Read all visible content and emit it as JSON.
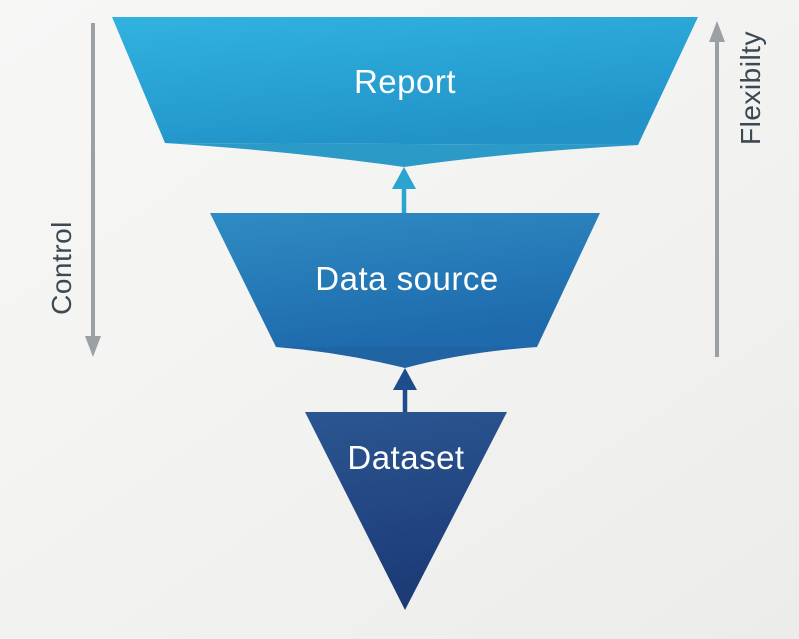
{
  "diagram": {
    "label_color": "#ffffff",
    "levels": [
      {
        "id": "report",
        "label": "Report",
        "gradient_top": "#31b3e0",
        "gradient_bottom": "#2193c9",
        "band_color": "#2c9ac6"
      },
      {
        "id": "data-source",
        "label": "Data source",
        "gradient_top": "#2f8cc3",
        "gradient_bottom": "#1e6aad",
        "band_color": "#2064a3"
      },
      {
        "id": "dataset",
        "label": "Dataset",
        "gradient_top": "#2b5691",
        "gradient_bottom": "#1b3a76"
      }
    ],
    "connector_arrows": [
      {
        "id": "datasource-to-report",
        "direction": "up",
        "color": "#2ba4d0"
      },
      {
        "id": "dataset-to-datasource",
        "direction": "up",
        "color": "#1d4d8d"
      }
    ],
    "side_axes": {
      "left": {
        "label": "Control",
        "direction": "down",
        "line_color": "#9aa0a3",
        "text_color": "#3c4852"
      },
      "right": {
        "label": "Flexibilty",
        "direction": "up",
        "line_color": "#9aa0a3",
        "text_color": "#3c4852"
      }
    }
  }
}
